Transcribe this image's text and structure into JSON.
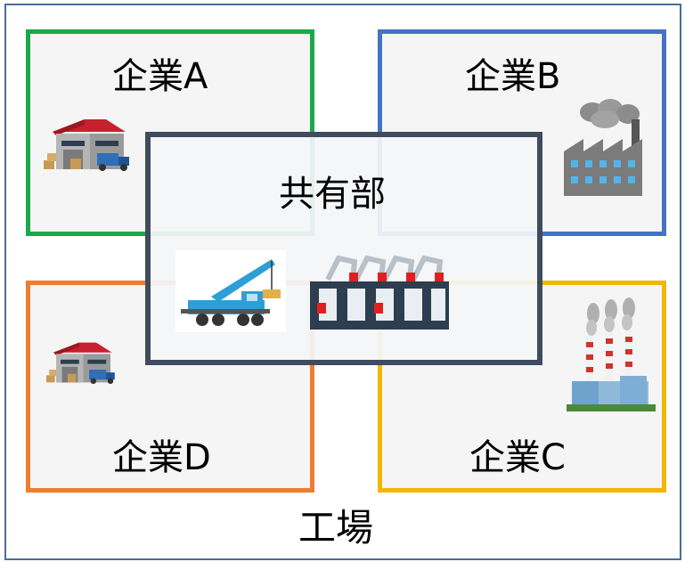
{
  "factory": {
    "label": "工場",
    "border_color": "#4a6e96"
  },
  "companies": {
    "a": {
      "label": "企業A",
      "border_color": "#1aa84a",
      "icon": "warehouse-icon"
    },
    "b": {
      "label": "企業B",
      "border_color": "#4472c4",
      "icon": "factory-smoke-icon"
    },
    "c": {
      "label": "企業C",
      "border_color": "#f2b600",
      "icon": "power-plant-icon"
    },
    "d": {
      "label": "企業D",
      "border_color": "#ed7d31",
      "icon": "warehouse-icon"
    }
  },
  "shared": {
    "label": "共有部",
    "border_color": "#3f4b5e",
    "icons": [
      "crane-truck-icon",
      "robot-arm-line-icon"
    ]
  }
}
